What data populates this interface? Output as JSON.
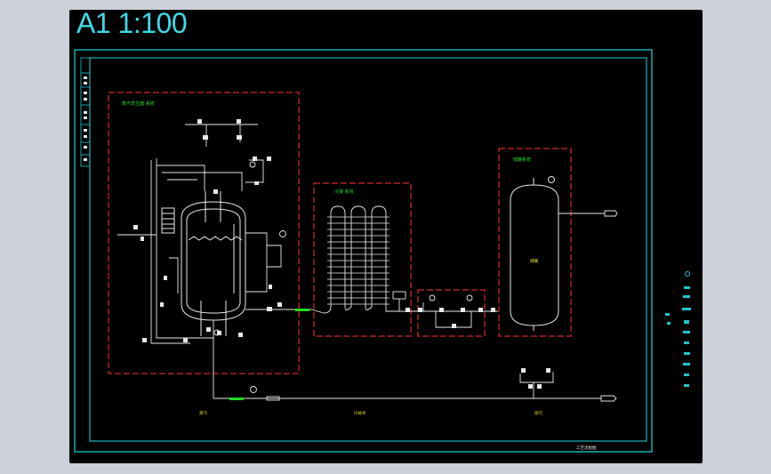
{
  "title": "A1 1:100",
  "colors": {
    "background": "#000000",
    "frame": "#19c8d0",
    "dashed": "#d42a2a",
    "piping": "#e8e8e8",
    "green_text": "#22dd22",
    "yellow_text": "#e5e520",
    "title_text": "#3fd9e8"
  },
  "equipment": [
    {
      "id": "boiler-unit",
      "label": "蒸汽发生器 系统"
    },
    {
      "id": "condenser-unit",
      "label": "冷凝 系统"
    },
    {
      "id": "valve-unit",
      "label": ""
    },
    {
      "id": "tank-unit",
      "label": "储罐系统"
    }
  ],
  "tank_label": "储罐",
  "pipe_labels": [
    "蒸汽",
    "冷却水",
    "排污"
  ],
  "title_block_text": "工艺流程图"
}
